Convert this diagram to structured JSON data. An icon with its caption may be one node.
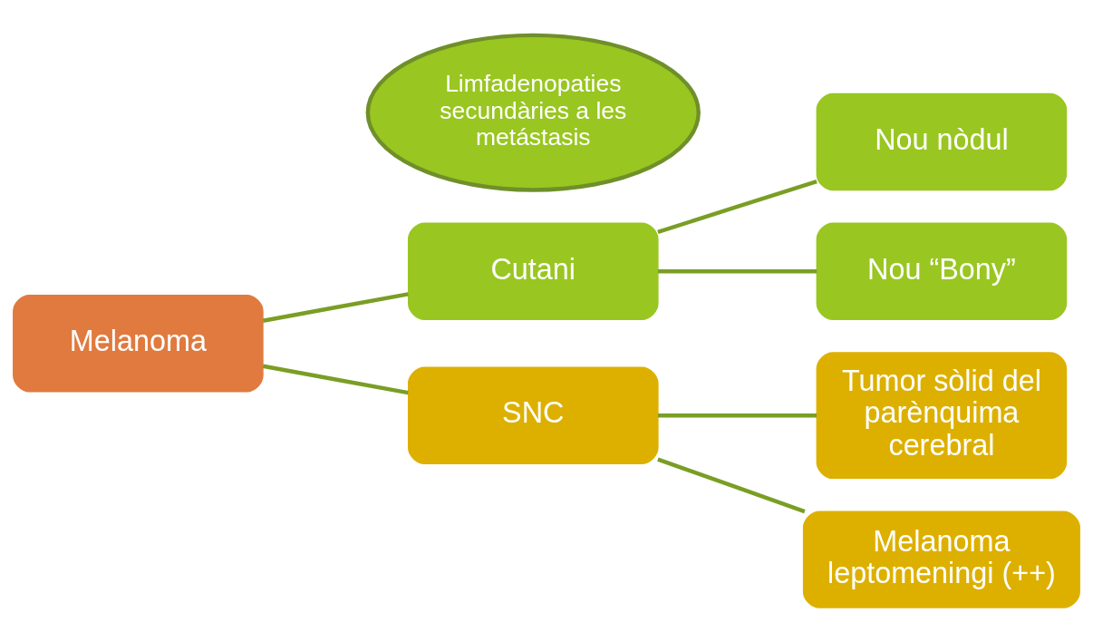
{
  "diagram": {
    "nodes": [
      {
        "text": [
          "Melanoma"
        ]
      },
      {
        "text": [
          "Cutani"
        ]
      },
      {
        "text": [
          "Limfadenopaties secundàries a les metástasis"
        ]
      },
      {
        "text": [
          "SNC"
        ]
      },
      {
        "text": [
          "Nou nòdul"
        ]
      },
      {
        "text": [
          "Nou “Bony”"
        ]
      },
      {
        "text": [
          "Tumor sòlid del parènquima cerebral"
        ]
      },
      {
        "text": [
          "Melanoma leptomeningi (++)"
        ]
      }
    ],
    "edges": [
      {
        "from": 0,
        "to": 1,
        "arrow": "none"
      },
      {
        "from": 0,
        "to": 3,
        "arrow": "none"
      },
      {
        "from": 1,
        "to": 4,
        "arrow": "none"
      },
      {
        "from": 1,
        "to": 5,
        "arrow": "none"
      },
      {
        "from": 3,
        "to": 6,
        "arrow": "none"
      },
      {
        "from": 3,
        "to": 7,
        "arrow": "none"
      }
    ]
  }
}
